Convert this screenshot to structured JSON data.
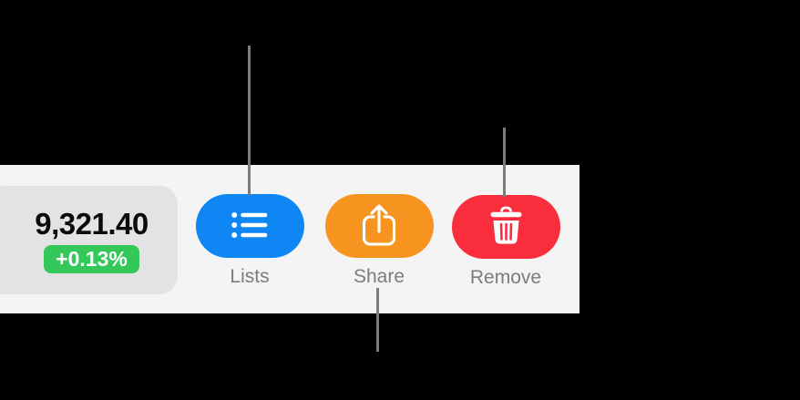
{
  "selected_row": {
    "price": "9,321.40",
    "change": "+0.13%",
    "change_badge_color": "#34c759"
  },
  "buttons": [
    {
      "id": "lists",
      "label": "Lists",
      "icon": "bullet-list-icon",
      "color": "#0e87f4"
    },
    {
      "id": "share",
      "label": "Share",
      "icon": "share-icon",
      "color": "#f7941f"
    },
    {
      "id": "remove",
      "label": "Remove",
      "icon": "trash-icon",
      "color": "#fa2d3d"
    }
  ]
}
